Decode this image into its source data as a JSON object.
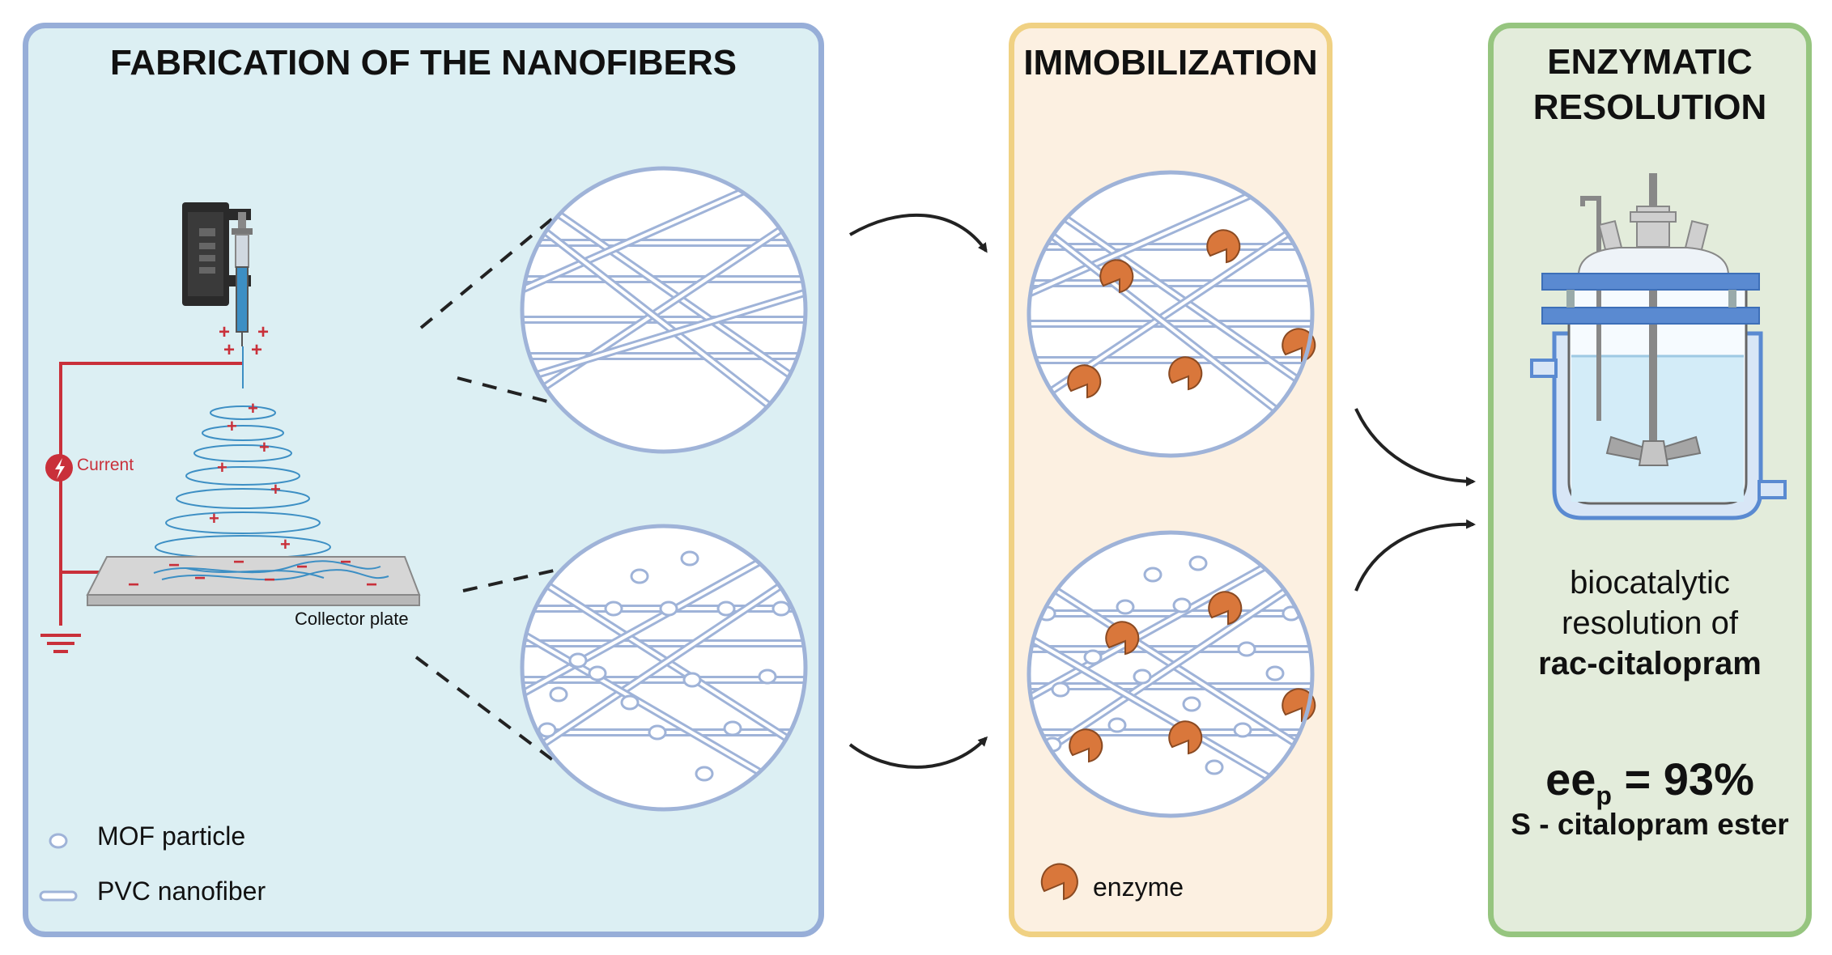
{
  "panels": {
    "fabrication": {
      "title": "FABRICATION OF THE NANOFIBERS"
    },
    "immobilization": {
      "title": "IMMOBILIZATION"
    },
    "resolution": {
      "title_line1": "ENZYMATIC",
      "title_line2": "RESOLUTION"
    }
  },
  "labels": {
    "current": "Current",
    "collector_plate": "Collector plate",
    "legend_mof": "MOF particle",
    "legend_pvc": "PVC nanofiber",
    "legend_enzyme": "enzyme",
    "plus_sign": "+",
    "minus_sign": "−"
  },
  "result": {
    "desc_line1": "biocatalytic",
    "desc_line2": "resolution of",
    "desc_line3": "rac-citalopram",
    "ee_symbol": "ee",
    "ee_subscript": "p",
    "ee_value": " = 93%",
    "product": "S - citalopram ester"
  },
  "colors": {
    "fab_bg": "#dceff3",
    "fab_border": "#97aed8",
    "imm_bg": "#fcf0e1",
    "imm_border": "#f0d183",
    "res_bg": "#e3ecdb",
    "res_border": "#96c57f",
    "fiber": "#9fb3d8",
    "enzyme": "#d9773b",
    "wire": "#c9303a",
    "jet": "#3d8fc4"
  },
  "icons": {
    "current": "lightning-bolt-icon",
    "ground": "ground-icon",
    "arrow": "curved-arrow-icon"
  }
}
